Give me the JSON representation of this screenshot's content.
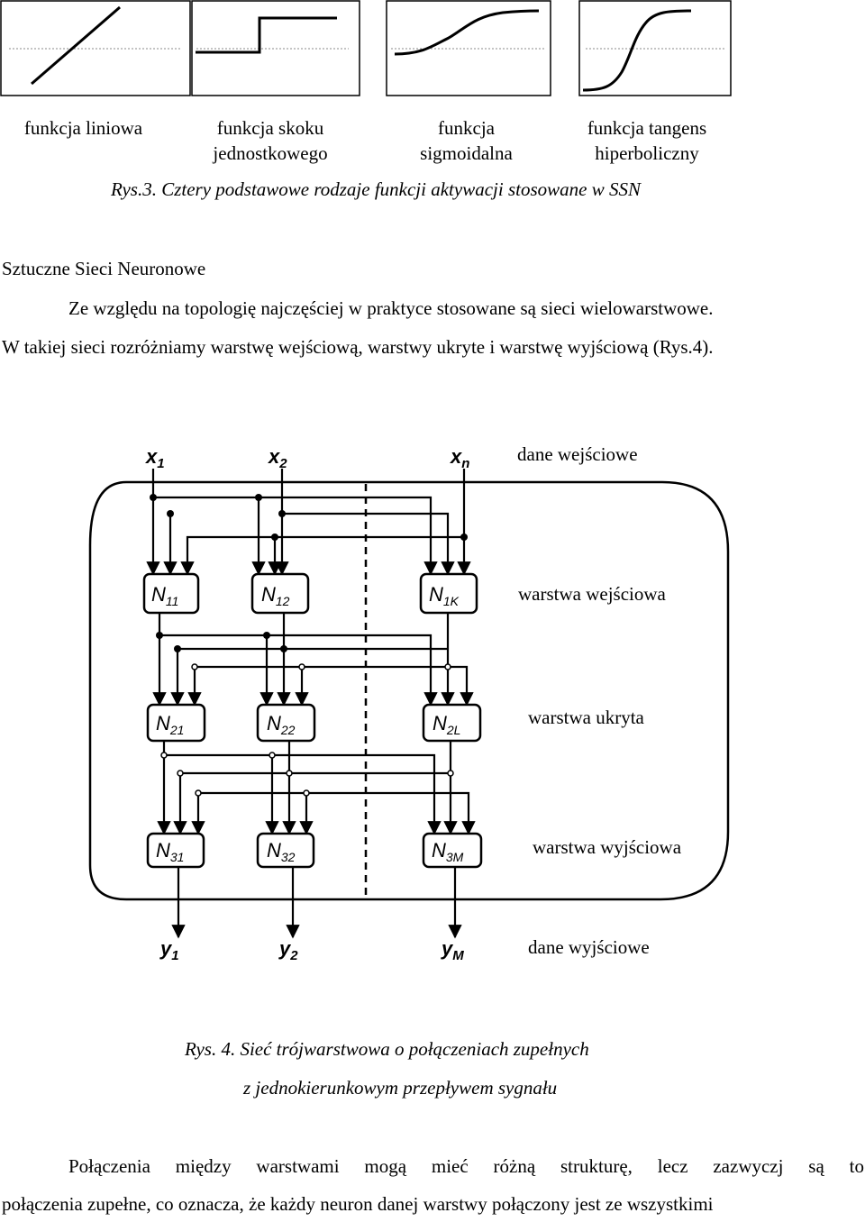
{
  "figure3": {
    "panels": [
      {
        "name": "linear",
        "caption_lines": [
          "funkcja liniowa",
          ""
        ]
      },
      {
        "name": "step",
        "caption_lines": [
          "funkcja skoku",
          "jednostkowego"
        ]
      },
      {
        "name": "sigmoid",
        "caption_lines": [
          "funkcja",
          "sigmoidalna"
        ]
      },
      {
        "name": "tanh",
        "caption_lines": [
          "funkcja tangens",
          "hiperboliczny"
        ]
      }
    ],
    "caption": "Rys.3. Cztery podstawowe rodzaje funkcji aktywacji stosowane w SSN"
  },
  "section": {
    "heading": "Sztuczne Sieci Neuronowe",
    "para1_line1": "Ze względu na topologię najczęściej w praktyce stosowane są sieci wielowarstwowe.",
    "para1_line2": "W takiej sieci rozróżniamy warstwę wejściową, warstwy ukryte i warstwę wyjściową (Rys.4)."
  },
  "figure4": {
    "inputs": [
      {
        "base": "x",
        "sub": "1"
      },
      {
        "base": "x",
        "sub": "2"
      },
      {
        "base": "x",
        "sub": "n"
      }
    ],
    "inputs_label": "dane wejściowe",
    "layers": [
      {
        "label": "warstwa wejściowa",
        "neurons": [
          {
            "base": "N",
            "sub": "11"
          },
          {
            "base": "N",
            "sub": "12"
          },
          {
            "base": "N",
            "sub": "1K"
          }
        ]
      },
      {
        "label": "warstwa ukryta",
        "neurons": [
          {
            "base": "N",
            "sub": "21"
          },
          {
            "base": "N",
            "sub": "22"
          },
          {
            "base": "N",
            "sub": "2L"
          }
        ]
      },
      {
        "label": "warstwa wyjściowa",
        "neurons": [
          {
            "base": "N",
            "sub": "31"
          },
          {
            "base": "N",
            "sub": "32"
          },
          {
            "base": "N",
            "sub": "3M"
          }
        ]
      }
    ],
    "outputs": [
      {
        "base": "y",
        "sub": "1"
      },
      {
        "base": "y",
        "sub": "2"
      },
      {
        "base": "y",
        "sub": "M"
      }
    ],
    "outputs_label": "dane wyjściowe",
    "caption_line1": "Rys. 4. Sieć trójwarstwowa o połączeniach zupełnych",
    "caption_line2": "z jednokierunkowym przepływem sygnału"
  },
  "footer": {
    "line1_words": [
      "Połączenia",
      "między",
      "warstwami",
      "mogą",
      "mieć",
      "różną",
      "strukturę,",
      "lecz",
      "zazwyczj",
      "są",
      "to"
    ],
    "line2": "połączenia zupełne, co oznacza, że każdy neuron danej warstwy połączony jest ze wszystkimi"
  }
}
